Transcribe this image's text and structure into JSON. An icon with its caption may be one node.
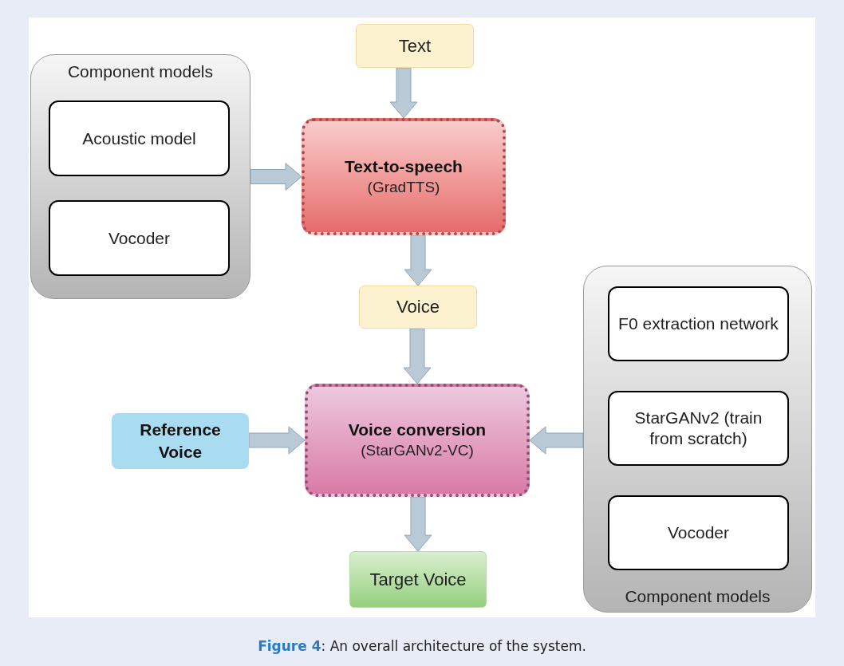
{
  "diagram": {
    "caption": "**Figure 4**: An overall architecture of the system.",
    "nodes": [
      {
        "text": [
          "Text"
        ]
      },
      {
        "text": [
          "Component models"
        ]
      },
      {
        "text": [
          "Acoustic model"
        ],
        "in": 1
      },
      {
        "text": [
          "Vocoder"
        ],
        "in": 1
      },
      {
        "text": [
          "Text-to-speech",
          "(GradTTS)"
        ]
      },
      {
        "text": [
          "Voice"
        ]
      },
      {
        "text": [
          "Component models"
        ]
      },
      {
        "text": [
          "F0 extraction network"
        ],
        "in": 6
      },
      {
        "text": [
          "StarGANv2 (train from scratch)"
        ],
        "in": 6
      },
      {
        "text": [
          "Vocoder"
        ],
        "in": 6
      },
      {
        "text": [
          "Reference Voice"
        ]
      },
      {
        "text": [
          "Voice conversion",
          "(StarGANv2-VC)"
        ]
      },
      {
        "text": [
          "Target Voice"
        ]
      }
    ],
    "edges": [
      {
        "from": 0,
        "to": 4,
        "arrow": "to",
        "style": "thick"
      },
      {
        "from": 1,
        "to": 4,
        "arrow": "to",
        "style": "thick"
      },
      {
        "from": 4,
        "to": 5,
        "arrow": "to",
        "style": "thick"
      },
      {
        "from": 5,
        "to": 11,
        "arrow": "to",
        "style": "thick"
      },
      {
        "from": 10,
        "to": 11,
        "arrow": "to",
        "style": "thick"
      },
      {
        "from": 6,
        "to": 11,
        "arrow": "to",
        "style": "thick"
      },
      {
        "from": 11,
        "to": 12,
        "arrow": "to",
        "style": "thick"
      }
    ]
  }
}
